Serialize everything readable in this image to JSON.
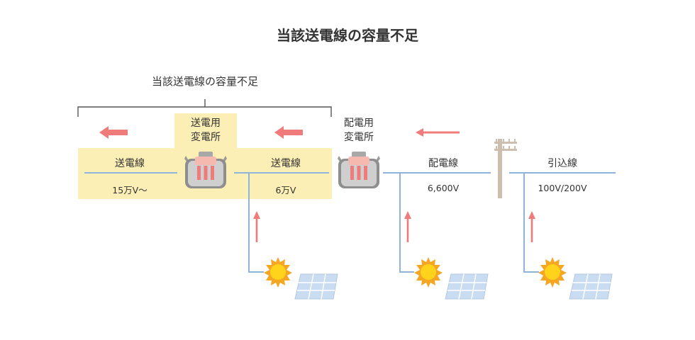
{
  "title": "当該送電線の容量不足",
  "bracket_label": "当該送電線の容量不足",
  "stations": {
    "transmission_substation": {
      "line1": "送電用",
      "line2": "変電所"
    },
    "distribution_substation": {
      "line1": "配電用",
      "line2": "変電所"
    }
  },
  "segments": [
    {
      "name": "送電線",
      "voltage": "15万V〜"
    },
    {
      "name": "送電線",
      "voltage": "6万V"
    },
    {
      "name": "配電線",
      "voltage": "6,600V"
    },
    {
      "name": "引込線",
      "voltage": "100V/200V"
    }
  ],
  "colors": {
    "highlight": "#fcefb6",
    "line": "#8eb4dc",
    "arrow": "#ef7b7b",
    "sun_core": "#ffd21c",
    "sun_rays": "#f5a623",
    "panel": "#c9dcf1",
    "pole": "#cdbfae"
  },
  "icons": [
    "transformer-icon",
    "sun-icon",
    "solar-panel-icon",
    "utility-pole-icon",
    "arrow-left-icon",
    "arrow-up-icon"
  ]
}
